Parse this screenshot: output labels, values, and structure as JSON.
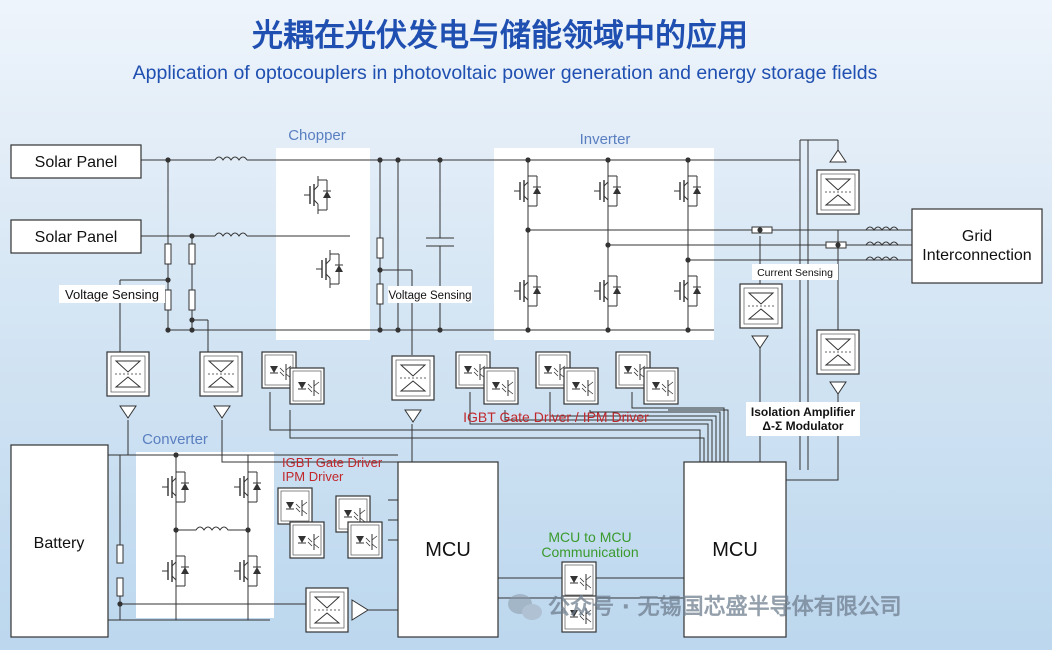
{
  "header": {
    "title_cn": "光耦在光伏发电与储能领域中的应用",
    "title_en": "Application of optocouplers in photovoltaic power generation and energy storage fields"
  },
  "blocks": {
    "solar_panel_1": "Solar Panel",
    "solar_panel_2": "Solar Panel",
    "chopper": "Chopper",
    "inverter": "Inverter",
    "grid_line1": "Grid",
    "grid_line2": "Interconnection",
    "battery": "Battery",
    "converter": "Converter",
    "mcu_left": "MCU",
    "mcu_right": "MCU"
  },
  "labels": {
    "voltage_sensing_left": "Voltage Sensing",
    "voltage_sensing_mid": "Voltage Sensing",
    "current_sensing": "Current  Sensing",
    "igbt_gate_driver_top": "IGBT Gate Driver / IPM Driver",
    "igbt_gate_driver_line1": "IGBT Gate Driver",
    "igbt_gate_driver_line2": "IPM Driver",
    "isolation_amp_line1": "Isolation Amplifier",
    "isolation_amp_line2": "Δ-Σ Modulator",
    "mcu_comm_line1": "MCU to MCU",
    "mcu_comm_line2": "Communication"
  },
  "watermark": "公众号 · 无锡国芯盛半导体有限公司",
  "colors": {
    "title_blue": "#1f4fb0",
    "section_blue": "#5a7fc0",
    "driver_red": "#c0282c",
    "comm_green": "#3a9a2e",
    "line": "#333333"
  }
}
